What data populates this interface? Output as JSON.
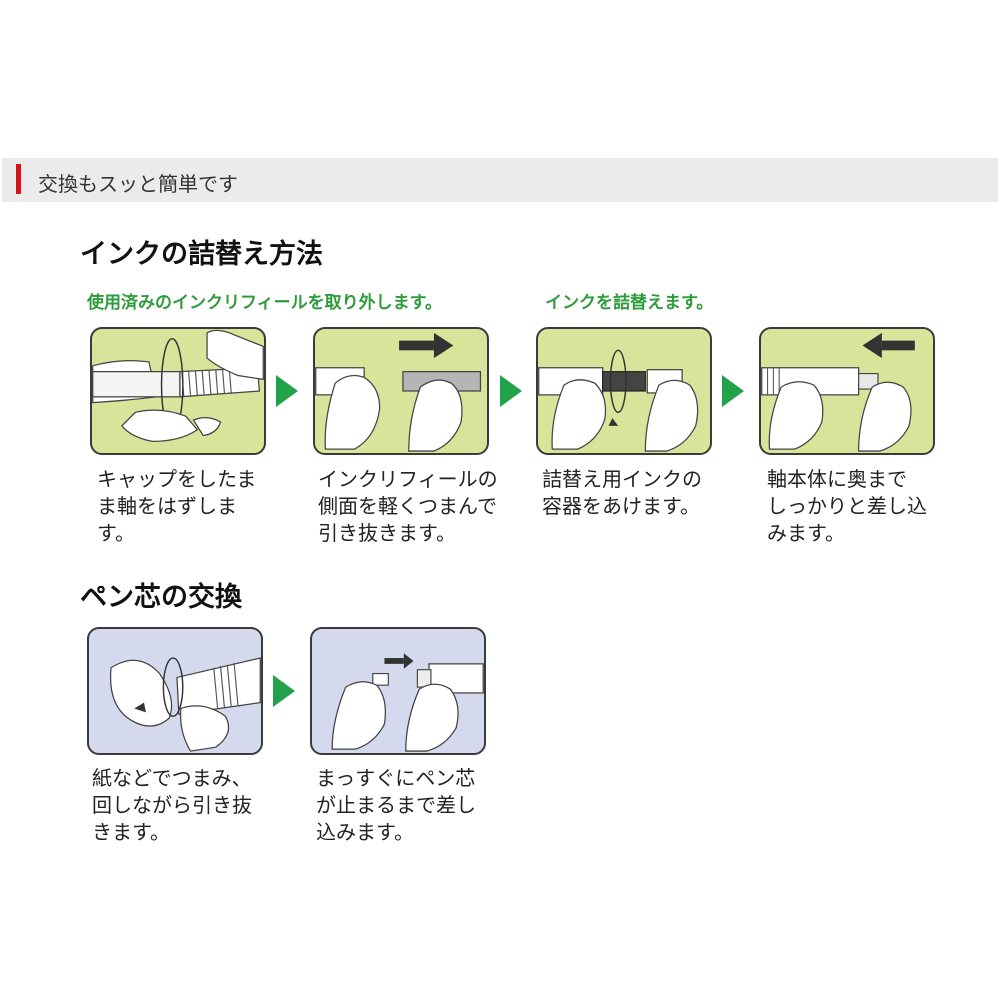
{
  "header": {
    "title": "交換もスッと簡単です"
  },
  "ink_section": {
    "title": "インクの詰替え方法",
    "instruction_remove": "使用済みのインクリフィールを取り外します。",
    "instruction_refill": "インクを詰替えます。",
    "steps": [
      {
        "lines": [
          "キャップをしたま",
          "ま軸をはずしま",
          "す。"
        ]
      },
      {
        "lines": [
          "インクリフィールの",
          "側面を軽くつまんで",
          "引き抜きます。"
        ]
      },
      {
        "lines": [
          "詰替え用インクの",
          "容器をあけます。"
        ]
      },
      {
        "lines": [
          "軸本体に奥まで",
          "しっかりと差し込",
          "みます。"
        ]
      }
    ]
  },
  "nib_section": {
    "title": "ペン芯の交換",
    "steps": [
      {
        "lines": [
          "紙などでつまみ、",
          "回しながら引き抜",
          "きます。"
        ]
      },
      {
        "lines": [
          "まっすぐにペン芯",
          "が止まるまで差し",
          "込みます。"
        ]
      }
    ]
  },
  "colors": {
    "accent_red": "#d8121a",
    "instruction_green": "#2e9b3c",
    "arrow_green": "#22a24a",
    "panel_green_bg": "#d7e49a",
    "panel_blue_bg": "#d4d9ee",
    "header_bg": "#ebebeb"
  }
}
